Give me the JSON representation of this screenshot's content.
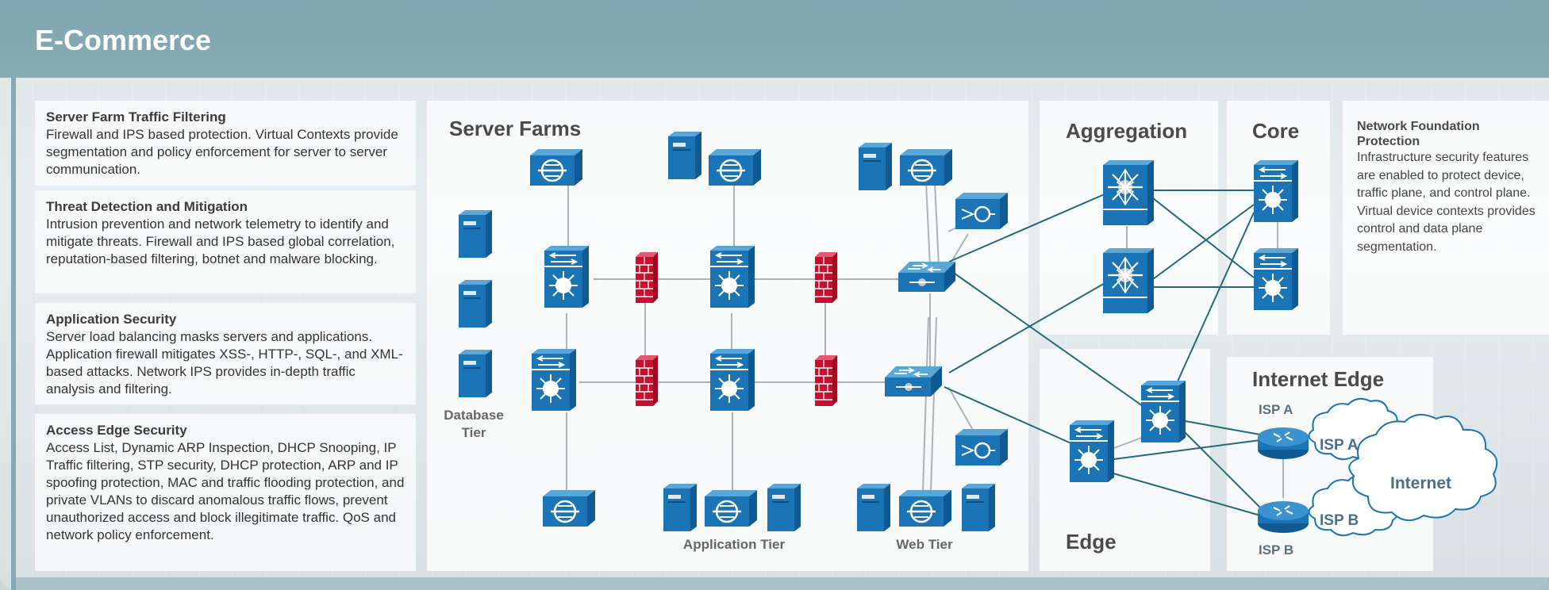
{
  "title": "E-Commerce",
  "cards": [
    {
      "title": "Server Farm Traffic Filtering",
      "body": "Firewall and IPS based protection.  Virtual Contexts provide segmentation and policy enforcement for server to server communication."
    },
    {
      "title": "Threat Detection and Mitigation",
      "body": "Intrusion prevention and network telemetry to identify and mitigate threats. Firewall and IPS based global correlation, reputation-based filtering, botnet and malware blocking."
    },
    {
      "title": "Application Security",
      "body": "Server load balancing masks servers and applications. Application firewall mitigates XSS-, HTTP-, SQL-, and XML-based attacks. Network IPS provides in-depth traffic analysis and filtering."
    },
    {
      "title": "Access Edge Security",
      "body": "Access List, Dynamic ARP Inspection, DHCP Snooping, IP Traffic filtering, STP security, DHCP protection, ARP  and IP spoofing  protection, MAC and traffic flooding protection, and private VLANs to discard anomalous traffic flows, prevent unauthorized access and block illegitimate traffic. QoS and network policy enforcement."
    }
  ],
  "zones": {
    "server_farms": "Server Farms",
    "aggregation": "Aggregation",
    "core": "Core",
    "internet_edge": "Internet Edge",
    "edge": "Edge"
  },
  "tiers": {
    "database": "Database Tier",
    "application": "Application Tier",
    "web": "Web Tier"
  },
  "network_foundation": {
    "title": "Network Foundation Protection",
    "body": "Infrastructure security features are enabled to protect device, traffic plane, and control plane. Virtual device contexts provides control and data plane segmentation."
  },
  "isp": {
    "isp_a_label": "ISP A",
    "isp_b_label": "ISP B",
    "cloud_a": "ISP A",
    "cloud_b": "ISP B",
    "internet": "Internet"
  },
  "colors": {
    "title_bar": "#7fa6b0",
    "device_blue": "#1a74b5",
    "firewall_red": "#c8102e",
    "link_teal": "#1f6b7a"
  }
}
